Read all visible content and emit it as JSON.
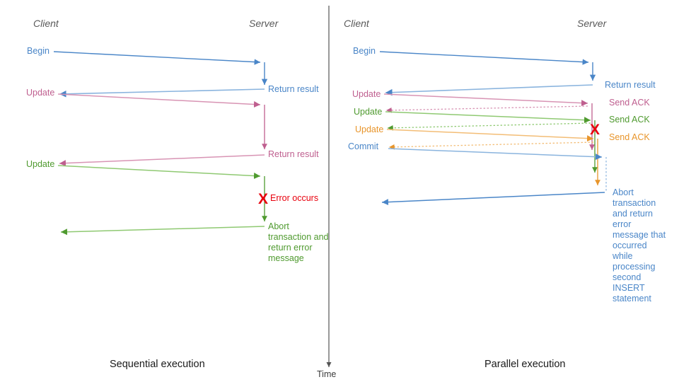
{
  "diagram": {
    "title_left": "Sequential execution",
    "title_right": "Parallel execution",
    "time_axis_label": "Time",
    "colors": {
      "blue": "#4a86c8",
      "blue_light": "#8ab4de",
      "pink": "#bf5f8f",
      "pink_light": "#d894b4",
      "green": "#4f9a2f",
      "green_light": "#8fc972",
      "orange": "#e8952b",
      "orange_light": "#f3bd76",
      "red": "#e8000d",
      "grey": "#595959",
      "black": "#1a1a1a"
    }
  },
  "left_panel": {
    "header_client": "Client",
    "header_server": "Server",
    "caption": "Sequential execution",
    "messages": [
      {
        "label": "Begin",
        "color": "blue"
      },
      {
        "label": "Update",
        "color": "pink"
      },
      {
        "label": "Update",
        "color": "green"
      }
    ],
    "server_labels": [
      {
        "label": "Return result",
        "color": "blue"
      },
      {
        "label": "Return result",
        "color": "pink"
      },
      {
        "label": "Error occurs",
        "color": "red"
      },
      {
        "label": "Abort transaction and return error message",
        "color": "green"
      }
    ],
    "error_marker": "X"
  },
  "right_panel": {
    "header_client": "Client",
    "header_server": "Server",
    "caption": "Parallel execution",
    "messages": [
      {
        "label": "Begin",
        "color": "blue"
      },
      {
        "label": "Update",
        "color": "pink"
      },
      {
        "label": "Update",
        "color": "green"
      },
      {
        "label": "Update",
        "color": "orange"
      },
      {
        "label": "Commit",
        "color": "blue"
      }
    ],
    "server_labels": [
      {
        "label": "Return result",
        "color": "blue"
      },
      {
        "label": "Send ACK",
        "color": "pink"
      },
      {
        "label": "Send ACK",
        "color": "green"
      },
      {
        "label": "Send ACK",
        "color": "orange"
      },
      {
        "label": "Abort transaction and return error message that occurred while processing second INSERT statement",
        "color": "blue"
      }
    ],
    "error_marker": "X"
  }
}
